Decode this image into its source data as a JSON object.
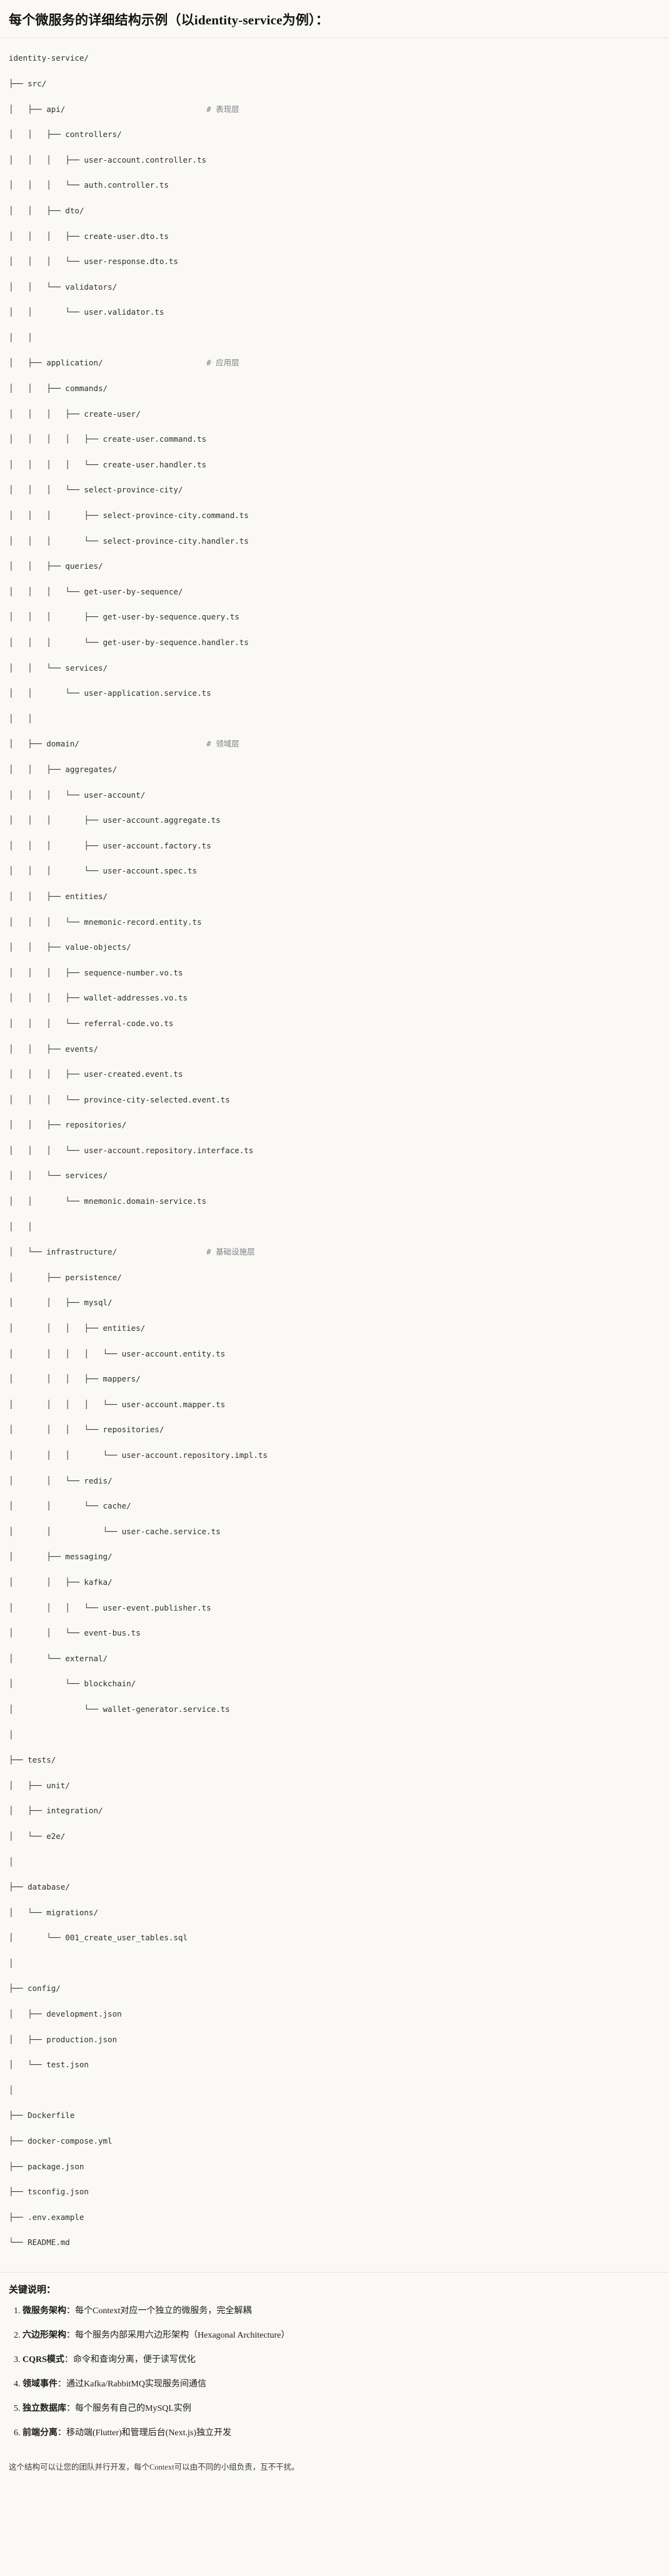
{
  "header": {
    "title": "每个微服务的详细结构示例（以identity-service为例）："
  },
  "tree": {
    "root_label": "identity-service/",
    "comments": {
      "presentation": "# 表现层",
      "application": "# 应用层",
      "domain": "# 领域层",
      "infrastructure": "# 基础设施层"
    },
    "lines": [
      "identity-service/",
      "├── src/",
      "│   ├── api/                              # 表现层",
      "│   │   ├── controllers/",
      "│   │   │   ├── user-account.controller.ts",
      "│   │   │   └── auth.controller.ts",
      "│   │   ├── dto/",
      "│   │   │   ├── create-user.dto.ts",
      "│   │   │   └── user-response.dto.ts",
      "│   │   └── validators/",
      "│   │       └── user.validator.ts",
      "│   │",
      "│   ├── application/                      # 应用层",
      "│   │   ├── commands/",
      "│   │   │   ├── create-user/",
      "│   │   │   │   ├── create-user.command.ts",
      "│   │   │   │   └── create-user.handler.ts",
      "│   │   │   └── select-province-city/",
      "│   │   │       ├── select-province-city.command.ts",
      "│   │   │       └── select-province-city.handler.ts",
      "│   │   ├── queries/",
      "│   │   │   └── get-user-by-sequence/",
      "│   │   │       ├── get-user-by-sequence.query.ts",
      "│   │   │       └── get-user-by-sequence.handler.ts",
      "│   │   └── services/",
      "│   │       └── user-application.service.ts",
      "│   │",
      "│   ├── domain/                           # 领域层",
      "│   │   ├── aggregates/",
      "│   │   │   └── user-account/",
      "│   │   │       ├── user-account.aggregate.ts",
      "│   │   │       ├── user-account.factory.ts",
      "│   │   │       └── user-account.spec.ts",
      "│   │   ├── entities/",
      "│   │   │   └── mnemonic-record.entity.ts",
      "│   │   ├── value-objects/",
      "│   │   │   ├── sequence-number.vo.ts",
      "│   │   │   ├── wallet-addresses.vo.ts",
      "│   │   │   └── referral-code.vo.ts",
      "│   │   ├── events/",
      "│   │   │   ├── user-created.event.ts",
      "│   │   │   └── province-city-selected.event.ts",
      "│   │   ├── repositories/",
      "│   │   │   └── user-account.repository.interface.ts",
      "│   │   └── services/",
      "│   │       └── mnemonic.domain-service.ts",
      "│   │",
      "│   └── infrastructure/                   # 基础设施层",
      "│       ├── persistence/",
      "│       │   ├── mysql/",
      "│       │   │   ├── entities/",
      "│       │   │   │   └── user-account.entity.ts",
      "│       │   │   ├── mappers/",
      "│       │   │   │   └── user-account.mapper.ts",
      "│       │   │   └── repositories/",
      "│       │   │       └── user-account.repository.impl.ts",
      "│       │   └── redis/",
      "│       │       └── cache/",
      "│       │           └── user-cache.service.ts",
      "│       ├── messaging/",
      "│       │   ├── kafka/",
      "│       │   │   └── user-event.publisher.ts",
      "│       │   └── event-bus.ts",
      "│       └── external/",
      "│           └── blockchain/",
      "│               └── wallet-generator.service.ts",
      "│",
      "├── tests/",
      "│   ├── unit/",
      "│   ├── integration/",
      "│   └── e2e/",
      "│",
      "├── database/",
      "│   └── migrations/",
      "│       └── 001_create_user_tables.sql",
      "│",
      "├── config/",
      "│   ├── development.json",
      "│   ├── production.json",
      "│   └── test.json",
      "│",
      "├── Dockerfile",
      "├── docker-compose.yml",
      "├── package.json",
      "├── tsconfig.json",
      "├── .env.example",
      "└── README.md"
    ]
  },
  "notes": {
    "title": "关键说明：",
    "items": [
      {
        "term": "微服务架构",
        "desc": "：每个Context对应一个独立的微服务，完全解耦"
      },
      {
        "term": "六边形架构",
        "desc": "：每个服务内部采用六边形架构（Hexagonal Architecture）"
      },
      {
        "term": "CQRS模式",
        "desc": "：命令和查询分离，便于读写优化"
      },
      {
        "term": "领域事件",
        "desc": "：通过Kafka/RabbitMQ实现服务间通信"
      },
      {
        "term": "独立数据库",
        "desc": "：每个服务有自己的MySQL实例"
      },
      {
        "term": "前端分离",
        "desc": "：移动端(Flutter)和管理后台(Next.js)独立开发"
      }
    ]
  },
  "closing": {
    "text": "这个结构可以让您的团队并行开发，每个Context可以由不同的小组负责，互不干扰。"
  },
  "colors": {
    "background": "#faf9f6",
    "text": "#1a1a1a",
    "code_text": "#2b2f33",
    "comment_text": "#7a7f85",
    "divider": "#e6e4df"
  }
}
